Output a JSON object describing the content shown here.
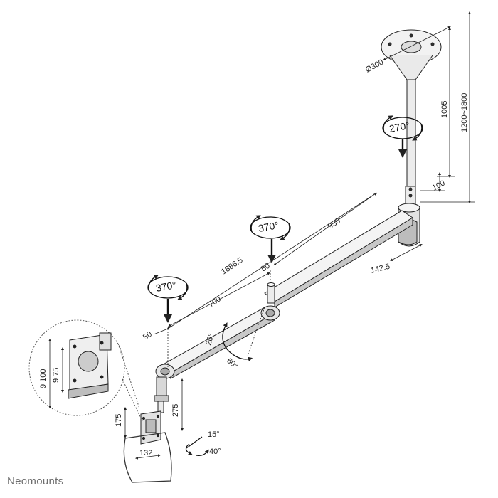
{
  "brand": "Neomounts",
  "dimensions": {
    "ceiling_plate": "Ø300",
    "pole_length": "1005",
    "total_height": "1200~1800",
    "lower_pole": "100",
    "rear_arm": "930",
    "arm_offset_right": "142.5",
    "total_arm": "1886.5",
    "middle_offset": "50",
    "front_arm": "700",
    "front_offset": "50",
    "drop_pole": "275",
    "vesa_left_outer": "9 100",
    "vesa_left_inner": "9 75",
    "vesa_front": "175",
    "width_front": "132"
  },
  "rotations": {
    "top": "270°",
    "middle": "370°",
    "front": "370°"
  },
  "angles": {
    "tilt_up": "20°",
    "tilt_down": "60°",
    "head_tilt": "15°",
    "head_swivel": "40°"
  },
  "colors": {
    "line": "#222222",
    "metal_light": "#e9e9e9",
    "metal_dark": "#9a9a9a",
    "brand": "#6d6d6d"
  }
}
